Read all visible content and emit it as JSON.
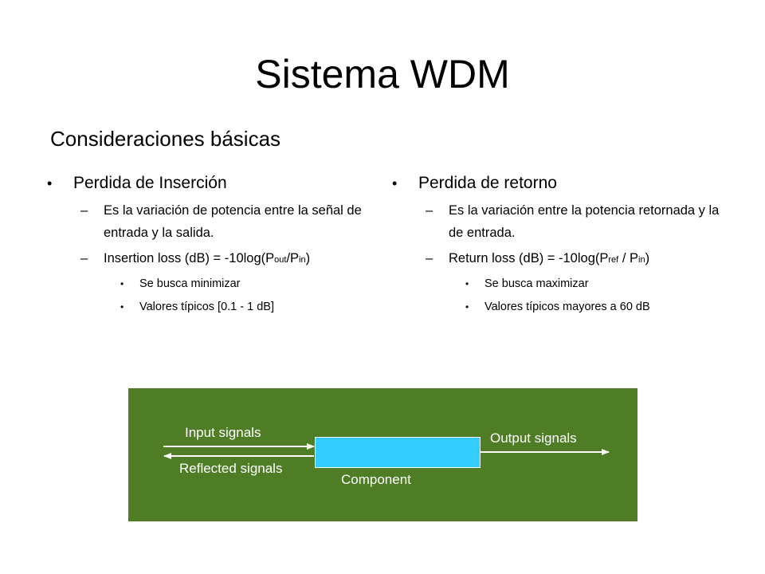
{
  "slide": {
    "title": "Sistema WDM",
    "subtitle": "Consideraciones básicas"
  },
  "left": {
    "heading": "Perdida de Inserción",
    "item1": "Es la variación de potencia entre la señal de entrada y la salida.",
    "item2_prefix": "Insertion loss (dB) = -10log(P",
    "item2_sub1": "out",
    "item2_mid": "/P",
    "item2_sub2": "in",
    "item2_suffix": ")",
    "sub1": "Se busca minimizar",
    "sub2": "Valores típicos [0.1 - 1 dB]"
  },
  "right": {
    "heading": "Perdida de retorno",
    "item1": "Es la variación entre la potencia retornada y la de entrada.",
    "item2_prefix": "Return loss (dB) = -10log(P",
    "item2_sub1": "ref",
    "item2_mid": " / P",
    "item2_sub2": "in",
    "item2_suffix": ")",
    "sub1": "Se busca maximizar",
    "sub2": "Valores típicos mayores a 60 dB"
  },
  "symbols": {
    "bullet": "•",
    "dash": "–"
  },
  "diagram": {
    "input_label": "Input signals",
    "reflected_label": "Reflected signals",
    "output_label": "Output signals",
    "component_label": "Component",
    "background_color": "#4f7d26",
    "component_color": "#33ccff"
  }
}
